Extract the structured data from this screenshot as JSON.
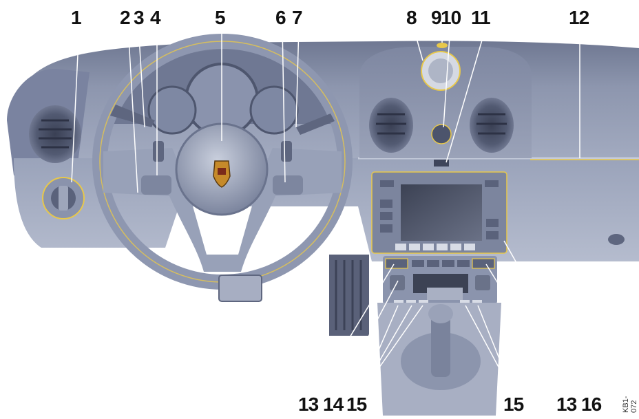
{
  "callouts": [
    {
      "id": "c1",
      "label": "1"
    },
    {
      "id": "c2",
      "label": "2"
    },
    {
      "id": "c3",
      "label": "3"
    },
    {
      "id": "c4",
      "label": "4"
    },
    {
      "id": "c5",
      "label": "5"
    },
    {
      "id": "c6",
      "label": "6"
    },
    {
      "id": "c7",
      "label": "7"
    },
    {
      "id": "c8",
      "label": "8"
    },
    {
      "id": "c9",
      "label": "9"
    },
    {
      "id": "c10",
      "label": "10"
    },
    {
      "id": "c11",
      "label": "11"
    },
    {
      "id": "c12",
      "label": "12"
    },
    {
      "id": "c13a",
      "label": "13"
    },
    {
      "id": "c14",
      "label": "14"
    },
    {
      "id": "c15a",
      "label": "15"
    },
    {
      "id": "c15b",
      "label": "15"
    },
    {
      "id": "c13b",
      "label": "13"
    },
    {
      "id": "c16",
      "label": "16"
    }
  ],
  "figure_code": "KB1-072",
  "colors": {
    "dashboard": "#8f98b0",
    "dashboard_dark": "#5d6680",
    "dashboard_light": "#b8c0d4",
    "highlight": "#e8c84a",
    "leader_line": "#ffffff",
    "label": "#111111"
  }
}
